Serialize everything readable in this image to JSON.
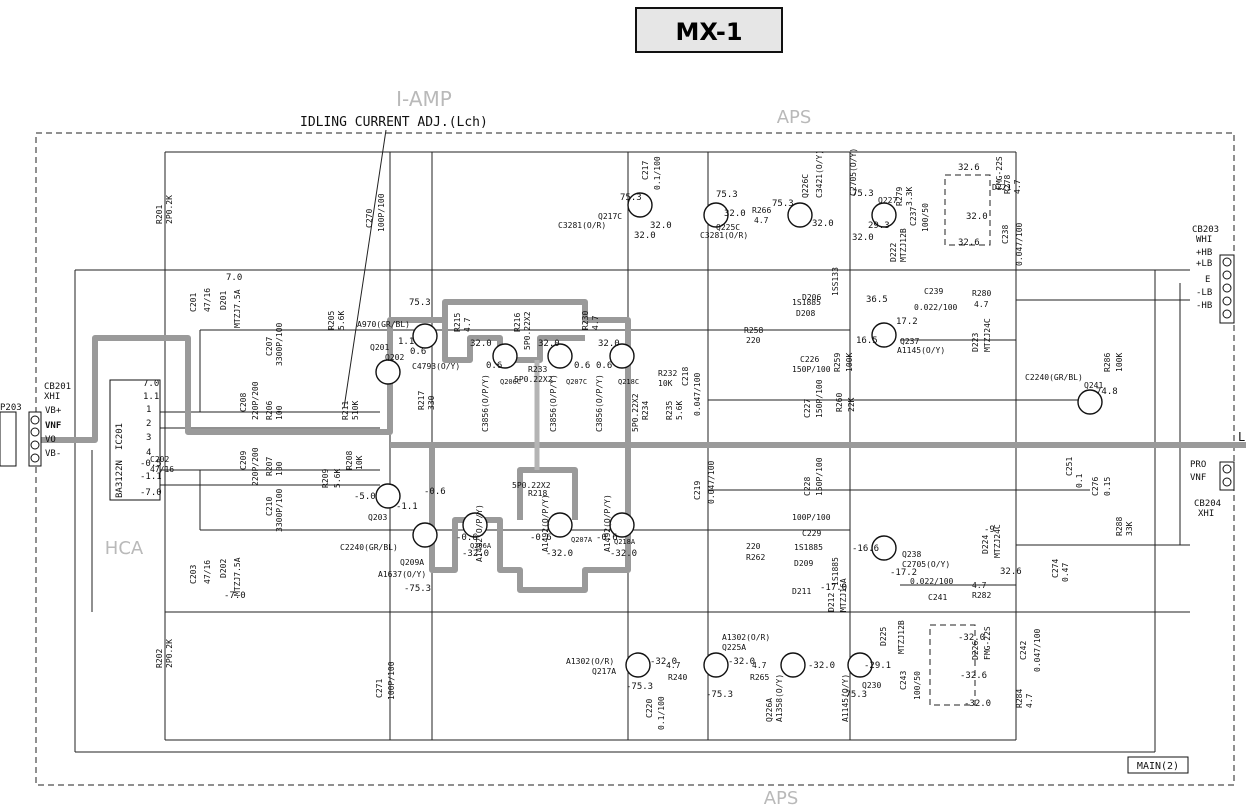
{
  "title": "MX-1",
  "section_labels": {
    "iamp": "I-AMP",
    "aps_top": "APS",
    "aps_bottom": "APS",
    "hca": "HCA"
  },
  "annotation": "IDLING  CURRENT ADJ.(Lch)",
  "page_tag": "MAIN(2)",
  "connectors": {
    "cb201": {
      "name": "CB201",
      "sub": "XHI",
      "pins": [
        "VB+",
        "VNF",
        "VO",
        "VB-"
      ]
    },
    "cb203": {
      "name": "CB203",
      "sub": "WHI",
      "pins": [
        "+LB",
        "+HB",
        "E",
        "-LB",
        "-HB"
      ]
    },
    "cb204": {
      "name": "CB204",
      "sub": "XHI",
      "pins": [
        "PRO",
        "VNF"
      ]
    },
    "p203": "P203"
  },
  "ic": {
    "name": "IC201",
    "part": "BA3122N",
    "pins": [
      "7.0",
      "1.1",
      "1",
      "2",
      "3",
      "4",
      "-0.5",
      "-1.1",
      "-7.0"
    ]
  },
  "transistors": [
    {
      "ref": "Q201",
      "part": "A970(GR/BL)"
    },
    {
      "ref": "Q202",
      "part": "C4793(O/Y)"
    },
    {
      "ref": "Q203",
      "part": "C2240(GR/BL)"
    },
    {
      "ref": "Q209A",
      "part": "A1637(O/Y)"
    },
    {
      "ref": "Q206A",
      "part": "A1492(O/P/Y)"
    },
    {
      "ref": "Q207A",
      "part": "A1492(O/P/Y)"
    },
    {
      "ref": "Q218A",
      "part": "A1492(O/P/Y)"
    },
    {
      "ref": "Q206C",
      "part": "C3856(O/P/Y)"
    },
    {
      "ref": "Q207C",
      "part": "C3856(O/P/Y)"
    },
    {
      "ref": "Q218C",
      "part": "C3856(O/P/Y)"
    },
    {
      "ref": "Q217C",
      "part": "C3281(O/R)"
    },
    {
      "ref": "Q225C",
      "part": "C3281(O/R)"
    },
    {
      "ref": "Q226C",
      "part": "C3421(O/Y)"
    },
    {
      "ref": "Q227",
      "part": "C2705(O/Y)"
    },
    {
      "ref": "Q237",
      "part": "A1145(O/Y)"
    },
    {
      "ref": "Q238",
      "part": "C2705(O/Y)"
    },
    {
      "ref": "Q241",
      "part": "C2240(GR/BL)"
    },
    {
      "ref": "Q217A",
      "part": "A1302(O/R)"
    },
    {
      "ref": "Q225A",
      "part": "A1302(O/R)"
    },
    {
      "ref": "Q226A",
      "part": "A1358(O/Y)"
    },
    {
      "ref": "Q230",
      "part": "A1145(O/Y)"
    }
  ],
  "diodes": [
    {
      "ref": "D201",
      "part": "MTZJ7.5A"
    },
    {
      "ref": "D202",
      "part": "MTZJ7.5A"
    },
    {
      "ref": "D206",
      "part": "1SS133"
    },
    {
      "ref": "D208",
      "part": "1S1885"
    },
    {
      "ref": "D209",
      "part": "1S1885"
    },
    {
      "ref": "D211",
      "part": "1S1885"
    },
    {
      "ref": "D212",
      "part": "MTZJ16A"
    },
    {
      "ref": "D221",
      "part": "FMG-22S"
    },
    {
      "ref": "D222",
      "part": "MTZJ12B"
    },
    {
      "ref": "D223",
      "part": "MTZJ24C"
    },
    {
      "ref": "D224",
      "part": "MTZJ24C"
    },
    {
      "ref": "D225",
      "part": "MTZJ12B"
    },
    {
      "ref": "D226",
      "part": "FMG-22S"
    }
  ],
  "resistors": [
    {
      "ref": "R201",
      "value": "2P0.2K"
    },
    {
      "ref": "R202",
      "value": "2P0.2K"
    },
    {
      "ref": "R205",
      "value": "5.6K"
    },
    {
      "ref": "R206",
      "value": "100"
    },
    {
      "ref": "R207",
      "value": "100"
    },
    {
      "ref": "R208",
      "value": "10K"
    },
    {
      "ref": "R209",
      "value": "5.6K"
    },
    {
      "ref": "R211",
      "value": "510K"
    },
    {
      "ref": "R215",
      "value": "4.7"
    },
    {
      "ref": "R216",
      "value": "5P0.22X2"
    },
    {
      "ref": "R217",
      "value": "330"
    },
    {
      "ref": "R218",
      "value": "5P0.22X2"
    },
    {
      "ref": "R230",
      "value": "4.7"
    },
    {
      "ref": "R232",
      "value": "10K"
    },
    {
      "ref": "R233",
      "value": "5P0.22X2"
    },
    {
      "ref": "R234",
      "value": "5P0.22X2"
    },
    {
      "ref": "R235",
      "value": "5.6K"
    },
    {
      "ref": "R240",
      "value": "4.7"
    },
    {
      "ref": "R258",
      "value": "220"
    },
    {
      "ref": "R259",
      "value": "100K"
    },
    {
      "ref": "R260",
      "value": "22K"
    },
    {
      "ref": "R262",
      "value": "220"
    },
    {
      "ref": "R265",
      "value": "4.7"
    },
    {
      "ref": "R266",
      "value": "4.7"
    },
    {
      "ref": "R278",
      "value": "4.7"
    },
    {
      "ref": "R279",
      "value": "3.3K"
    },
    {
      "ref": "R280",
      "value": "4.7"
    },
    {
      "ref": "R282",
      "value": "4.7"
    },
    {
      "ref": "R284",
      "value": "4.7"
    },
    {
      "ref": "R286",
      "value": "100K"
    },
    {
      "ref": "R288",
      "value": "33K"
    }
  ],
  "capacitors": [
    {
      "ref": "C201",
      "value": "47/16"
    },
    {
      "ref": "C202",
      "value": "47/16"
    },
    {
      "ref": "C203",
      "value": "47/16"
    },
    {
      "ref": "C207",
      "value": "3300P/100"
    },
    {
      "ref": "C208",
      "value": "220P/200"
    },
    {
      "ref": "C209",
      "value": "220P/200"
    },
    {
      "ref": "C210",
      "value": "3300P/100"
    },
    {
      "ref": "C217",
      "value": "0.1/100"
    },
    {
      "ref": "C218",
      "value": "0.047/100"
    },
    {
      "ref": "C219",
      "value": "0.047/100"
    },
    {
      "ref": "C220",
      "value": "0.1/100"
    },
    {
      "ref": "C226",
      "value": "150P/100"
    },
    {
      "ref": "C227",
      "value": "150P/100"
    },
    {
      "ref": "C228",
      "value": "150P/100"
    },
    {
      "ref": "C229",
      "value": "100P/100"
    },
    {
      "ref": "C237",
      "value": "100/50"
    },
    {
      "ref": "C238",
      "value": "0.047/100"
    },
    {
      "ref": "C239",
      "value": "0.022/100"
    },
    {
      "ref": "C241",
      "value": "0.022/100"
    },
    {
      "ref": "C242",
      "value": "0.047/100"
    },
    {
      "ref": "C243",
      "value": "100/50"
    },
    {
      "ref": "C251",
      "value": "0.1"
    },
    {
      "ref": "C270",
      "value": "100P/100"
    },
    {
      "ref": "C271",
      "value": "100P/100"
    },
    {
      "ref": "C274",
      "value": "0.47"
    },
    {
      "ref": "C276",
      "value": "0.15"
    }
  ],
  "voltages": {
    "v75p": "75.3",
    "v75n": "-75.3",
    "v32p": "32.0",
    "v32n": "-32.0",
    "v06p": "0.6",
    "v06n": "-0.6",
    "v11p": "1.1",
    "v11n": "-1.1",
    "v50n": "-5.0",
    "v70p": "7.0",
    "v70n": "-7.0",
    "v326p": "32.6",
    "v326n": "-32.6",
    "v365": "36.5",
    "v172p": "17.2",
    "v172n": "-17.2",
    "v165p": "16.5",
    "v166n": "-16.6",
    "v293p": "29.3",
    "v291n": "-29.1",
    "v748": "74.8",
    "v9n": "-9",
    "v170n": "-17.0"
  },
  "net_labels": {
    "out": "L"
  }
}
